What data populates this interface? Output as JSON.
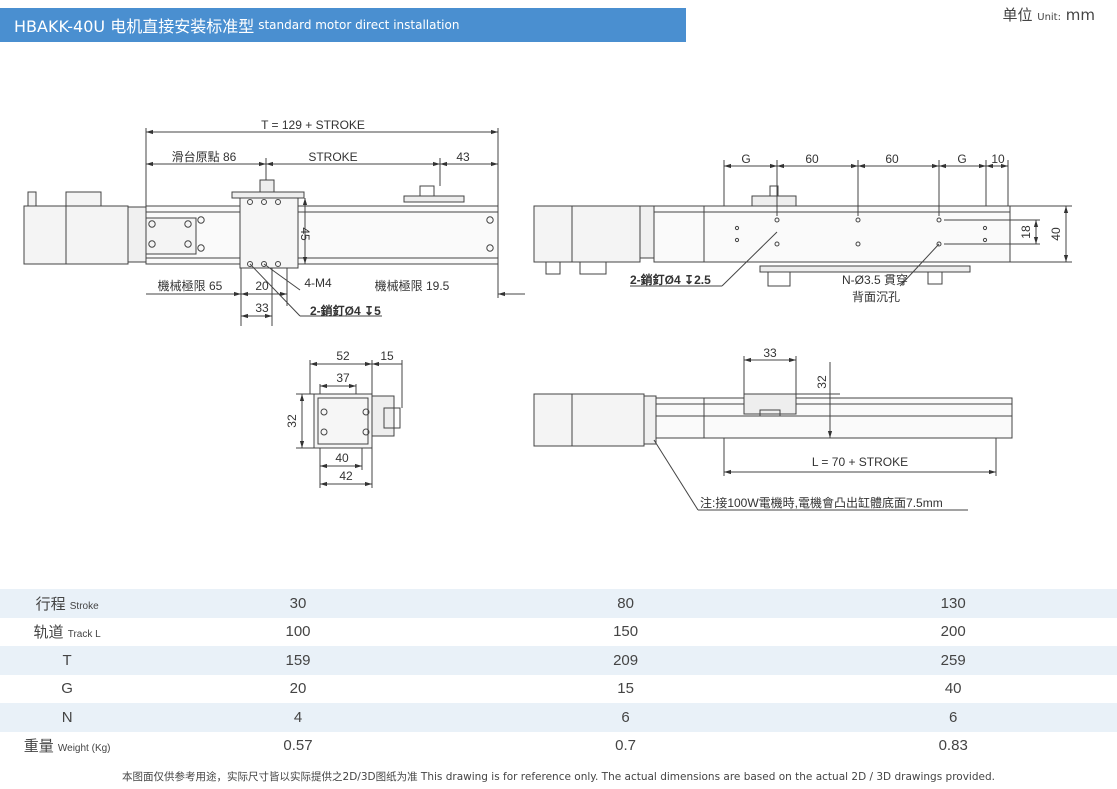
{
  "header": {
    "title": "HBAKK-40U 电机直接安装标准型",
    "subtitle": "standard motor direct installation",
    "unit_cn": "单位",
    "unit_en": "Unit:",
    "unit_value": "mm"
  },
  "drawing": {
    "top_view": {
      "total": "T = 129 + STROKE",
      "origin": "滑台原點 86",
      "stroke": "STROKE",
      "right_offset": "43",
      "height": "45",
      "mech_left": "機械極限 65",
      "dim_20": "20",
      "screws": "4-M4",
      "mech_right": "機械極限 19.5",
      "dim_33": "33",
      "pins": "2-銷釘Ø4",
      "pins_depth": "5"
    },
    "side_view": {
      "g_left": "G",
      "pitch_1": "60",
      "pitch_2": "60",
      "g_right": "G",
      "end_10": "10",
      "h_18": "18",
      "h_40": "40",
      "pins": "2-銷釘Ø4",
      "pins_depth": "2.5",
      "holes": "N-Ø3.5 貫穿",
      "counterbore": "背面沉孔"
    },
    "end_view": {
      "w_52": "52",
      "w_15": "15",
      "w_37": "37",
      "h_32": "32",
      "w_40": "40",
      "w_42": "42"
    },
    "front_view": {
      "w_33": "33",
      "h_32": "32",
      "track": "L = 70 + STROKE",
      "note": "注:接100W電機時,電機會凸出缸體底面7.5mm"
    }
  },
  "specs": {
    "rows": [
      {
        "cn": "行程",
        "en": "Stroke",
        "values": [
          "30",
          "80",
          "130"
        ]
      },
      {
        "cn": "轨道",
        "en": "Track L",
        "values": [
          "100",
          "150",
          "200"
        ]
      },
      {
        "cn": "T",
        "en": "",
        "values": [
          "159",
          "209",
          "259"
        ]
      },
      {
        "cn": "G",
        "en": "",
        "values": [
          "20",
          "15",
          "40"
        ]
      },
      {
        "cn": "N",
        "en": "",
        "values": [
          "4",
          "6",
          "6"
        ]
      },
      {
        "cn": "重量",
        "en": "Weight (Kg)",
        "values": [
          "0.57",
          "0.7",
          "0.83"
        ]
      }
    ]
  },
  "footer": {
    "disclaimer": "本图面仅供参考用途，实际尺寸皆以实际提供之2D/3D图纸为准 This drawing is for reference only. The actual dimensions are based on the actual 2D / 3D drawings provided."
  }
}
